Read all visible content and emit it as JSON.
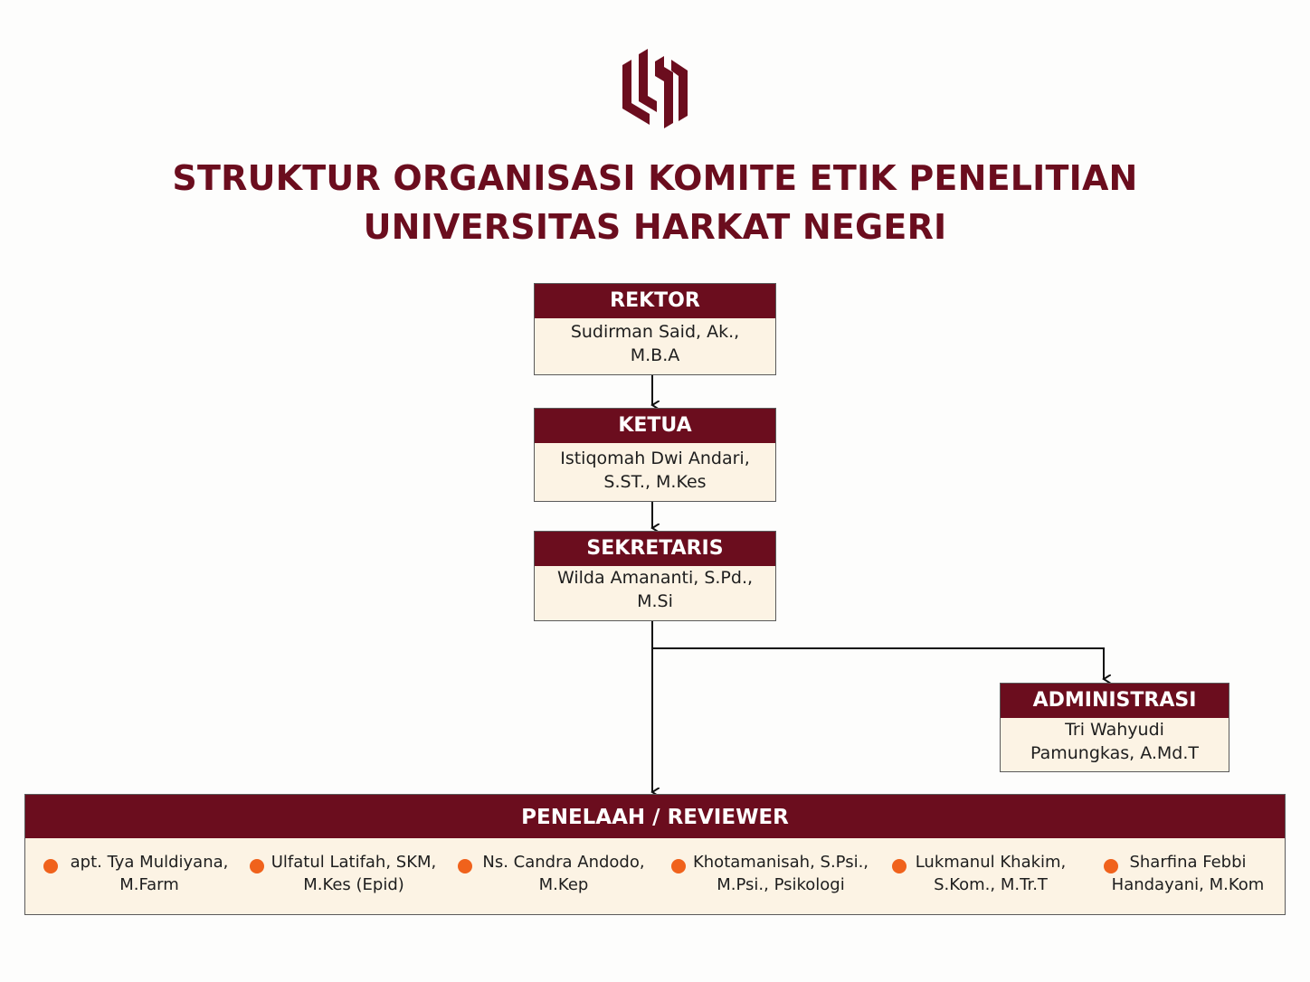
{
  "title": {
    "line1": "STRUKTUR ORGANISASI KOMITE ETIK PENELITIAN",
    "line2": "UNIVERSITAS HARKAT NEGERI"
  },
  "colors": {
    "primary": "#6b0d1e",
    "box_fill": "#fcf3e4",
    "bullet": "#f0621c"
  },
  "nodes": {
    "rektor": {
      "title": "REKTOR",
      "name_line1": "Sudirman Said, Ak.,",
      "name_line2": "M.B.A"
    },
    "ketua": {
      "title": "KETUA",
      "name_line1": "Istiqomah Dwi Andari,",
      "name_line2": "S.ST., M.Kes"
    },
    "sekretaris": {
      "title": "SEKRETARIS",
      "name_line1": "Wilda Amananti, S.Pd.,",
      "name_line2": "M.Si"
    },
    "administrasi": {
      "title": "ADMINISTRASI",
      "name_line1": "Tri Wahyudi",
      "name_line2": "Pamungkas, A.Md.T"
    }
  },
  "reviewer": {
    "title": "PENELAAH / REVIEWER",
    "members": [
      {
        "line1": "apt. Tya Muldiyana,",
        "line2": "M.Farm"
      },
      {
        "line1": "Ulfatul Latifah, SKM,",
        "line2": "M.Kes (Epid)"
      },
      {
        "line1": "Ns. Candra Andodo,",
        "line2": "M.Kep"
      },
      {
        "line1": "Khotamanisah, S.Psi.,",
        "line2": "M.Psi., Psikologi"
      },
      {
        "line1": "Lukmanul Khakim,",
        "line2": "S.Kom., M.Tr.T"
      },
      {
        "line1": "Sharfina Febbi",
        "line2": "Handayani, M.Kom"
      }
    ]
  }
}
